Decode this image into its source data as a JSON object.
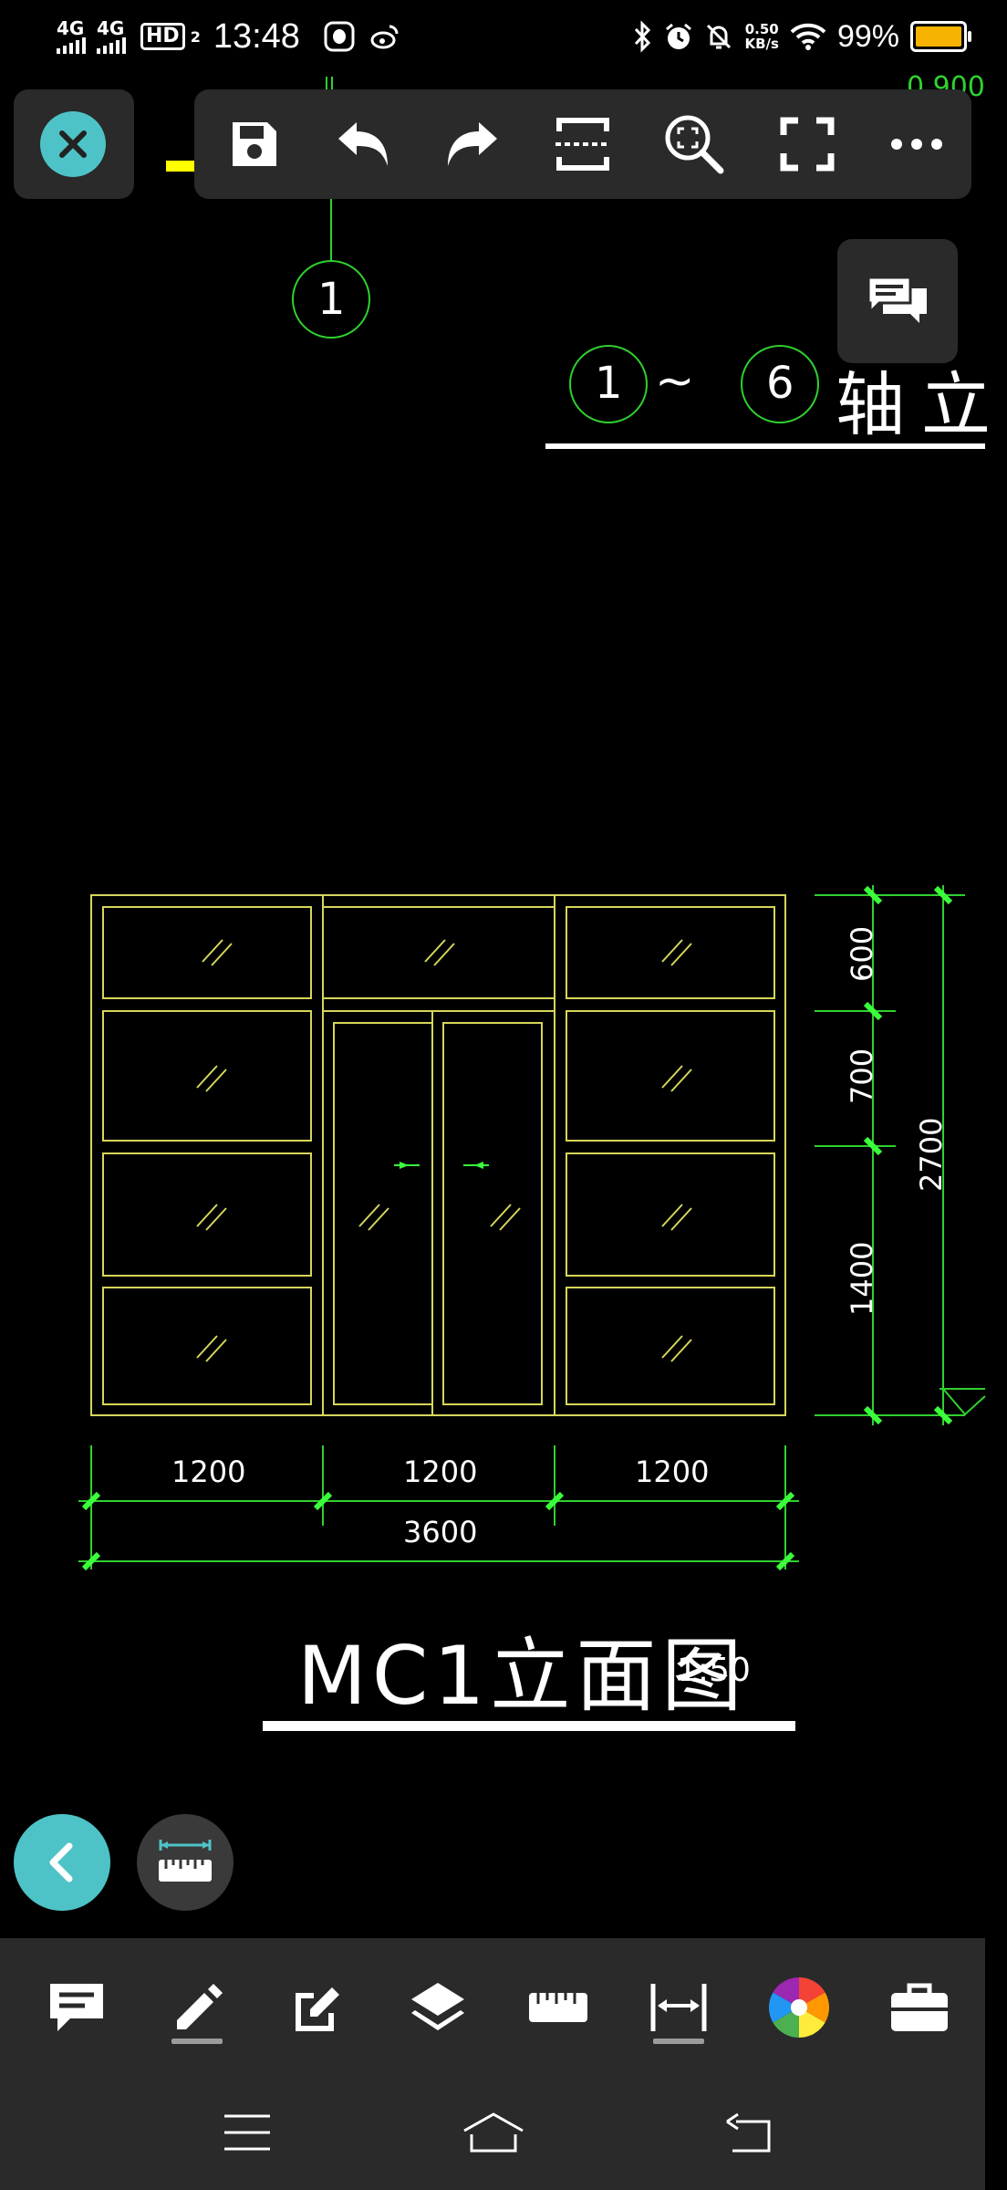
{
  "status_bar": {
    "network_1": "4G",
    "network_2": "4G",
    "hd_label": "HD",
    "hd_sub": "2",
    "time": "13:48",
    "app_icons": [
      "qq-icon",
      "weibo-icon"
    ],
    "speed_value": "0.50",
    "speed_unit": "KB/s",
    "battery_percent": "99%",
    "battery_level": 0.99,
    "icons": [
      "bluetooth-icon",
      "alarm-icon",
      "mute-icon",
      "wifi-icon",
      "battery-icon"
    ]
  },
  "top_toolbar": {
    "close_icon": "close-icon",
    "buttons": [
      "save-icon",
      "undo-icon",
      "redo-icon",
      "section-icon",
      "zoom-extents-icon",
      "fullscreen-icon",
      "more-icon"
    ]
  },
  "drawing": {
    "top_level": "0.900",
    "axis_label_1": "1",
    "axis_range_start": "1",
    "axis_range_sep": "~",
    "axis_range_end": "6",
    "axis_title": "轴立",
    "dim_h_1": "1200",
    "dim_h_2": "1200",
    "dim_h_3": "1200",
    "dim_h_total": "3600",
    "dim_v_1": "600",
    "dim_v_2": "700",
    "dim_v_3": "1400",
    "dim_v_total": "2700",
    "title": "MC1立面图",
    "scale": "1:50",
    "colors": {
      "frame": "#d6d65a",
      "dimension": "#2fd12f",
      "tick": "#3aff3a",
      "level": "#ffff00",
      "text": "#ffffff"
    }
  },
  "floating": {
    "chat_icon": "chat-icon",
    "back_icon": "chevron-left-icon",
    "measure_icon": "measure-ruler-icon"
  },
  "bottom_toolbar": {
    "buttons": [
      "comment-icon",
      "pen-icon",
      "edit-icon",
      "layers-icon",
      "ruler-icon",
      "dimension-icon",
      "color-wheel-icon",
      "toolbox-icon"
    ],
    "accent": "#4ec3c7"
  },
  "nav_bar": {
    "buttons": [
      "menu-icon",
      "home-icon",
      "back-icon"
    ]
  }
}
